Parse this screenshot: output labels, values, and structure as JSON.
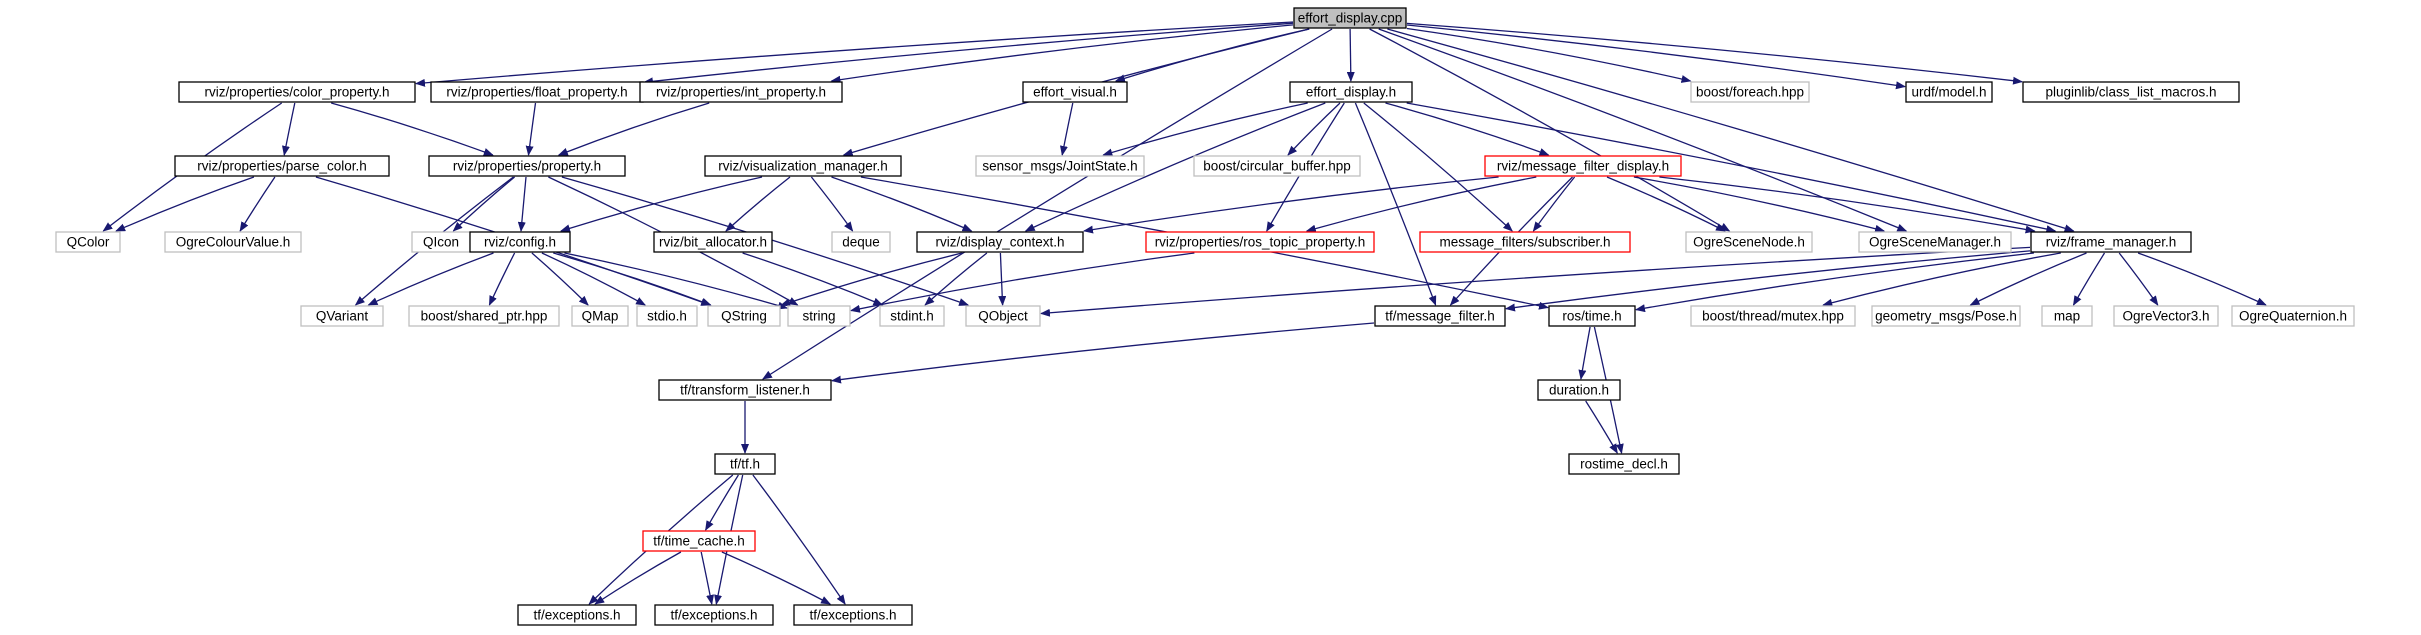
{
  "colors": {
    "edge": "#191970",
    "border_default": "#000000",
    "border_external": "#bfbfbf",
    "border_truncated": "#ff0000",
    "root_fill": "#bfbfbf",
    "node_fill": "#ffffff",
    "text": "#000000"
  },
  "nodes": [
    {
      "id": "effort_display_cpp",
      "label": "effort_display.cpp",
      "kind": "root"
    },
    {
      "id": "color_property",
      "label": "rviz/properties/color_property.h",
      "kind": "normal"
    },
    {
      "id": "float_property",
      "label": "rviz/properties/float_property.h",
      "kind": "normal"
    },
    {
      "id": "int_property",
      "label": "rviz/properties/int_property.h",
      "kind": "normal"
    },
    {
      "id": "effort_visual",
      "label": "effort_visual.h",
      "kind": "normal"
    },
    {
      "id": "effort_display_h",
      "label": "effort_display.h",
      "kind": "normal"
    },
    {
      "id": "boost_foreach",
      "label": "boost/foreach.hpp",
      "kind": "external"
    },
    {
      "id": "urdf_model",
      "label": "urdf/model.h",
      "kind": "normal"
    },
    {
      "id": "class_list_macros",
      "label": "pluginlib/class_list_macros.h",
      "kind": "normal"
    },
    {
      "id": "parse_color",
      "label": "rviz/properties/parse_color.h",
      "kind": "normal"
    },
    {
      "id": "property",
      "label": "rviz/properties/property.h",
      "kind": "normal"
    },
    {
      "id": "visualization_manager",
      "label": "rviz/visualization_manager.h",
      "kind": "normal"
    },
    {
      "id": "joint_state",
      "label": "sensor_msgs/JointState.h",
      "kind": "external"
    },
    {
      "id": "circular_buffer",
      "label": "boost/circular_buffer.hpp",
      "kind": "external"
    },
    {
      "id": "message_filter_display",
      "label": "rviz/message_filter_display.h",
      "kind": "truncated"
    },
    {
      "id": "qcolor",
      "label": "QColor",
      "kind": "external"
    },
    {
      "id": "ogre_colour_value",
      "label": "OgreColourValue.h",
      "kind": "external"
    },
    {
      "id": "qicon",
      "label": "QIcon",
      "kind": "external"
    },
    {
      "id": "config",
      "label": "rviz/config.h",
      "kind": "normal"
    },
    {
      "id": "bit_allocator",
      "label": "rviz/bit_allocator.h",
      "kind": "normal"
    },
    {
      "id": "deque",
      "label": "deque",
      "kind": "external"
    },
    {
      "id": "display_context",
      "label": "rviz/display_context.h",
      "kind": "normal"
    },
    {
      "id": "ros_topic_property",
      "label": "rviz/properties/ros_topic_property.h",
      "kind": "truncated"
    },
    {
      "id": "subscriber",
      "label": "message_filters/subscriber.h",
      "kind": "truncated"
    },
    {
      "id": "ogre_scene_node",
      "label": "OgreSceneNode.h",
      "kind": "external"
    },
    {
      "id": "ogre_scene_manager",
      "label": "OgreSceneManager.h",
      "kind": "external"
    },
    {
      "id": "frame_manager",
      "label": "rviz/frame_manager.h",
      "kind": "normal"
    },
    {
      "id": "qvariant",
      "label": "QVariant",
      "kind": "external"
    },
    {
      "id": "shared_ptr",
      "label": "boost/shared_ptr.hpp",
      "kind": "external"
    },
    {
      "id": "qmap",
      "label": "QMap",
      "kind": "external"
    },
    {
      "id": "stdio",
      "label": "stdio.h",
      "kind": "external"
    },
    {
      "id": "qstring",
      "label": "QString",
      "kind": "external"
    },
    {
      "id": "string",
      "label": "string",
      "kind": "external"
    },
    {
      "id": "stdint",
      "label": "stdint.h",
      "kind": "external"
    },
    {
      "id": "qobject",
      "label": "QObject",
      "kind": "external"
    },
    {
      "id": "tf_message_filter",
      "label": "tf/message_filter.h",
      "kind": "normal"
    },
    {
      "id": "ros_time",
      "label": "ros/time.h",
      "kind": "normal"
    },
    {
      "id": "mutex",
      "label": "boost/thread/mutex.hpp",
      "kind": "external"
    },
    {
      "id": "pose",
      "label": "geometry_msgs/Pose.h",
      "kind": "external"
    },
    {
      "id": "map",
      "label": "map",
      "kind": "external"
    },
    {
      "id": "ogre_vector3",
      "label": "OgreVector3.h",
      "kind": "external"
    },
    {
      "id": "ogre_quaternion",
      "label": "OgreQuaternion.h",
      "kind": "external"
    },
    {
      "id": "transform_listener",
      "label": "tf/transform_listener.h",
      "kind": "normal"
    },
    {
      "id": "duration",
      "label": "duration.h",
      "kind": "normal"
    },
    {
      "id": "rostime_decl",
      "label": "rostime_decl.h",
      "kind": "normal"
    },
    {
      "id": "tf_tf",
      "label": "tf/tf.h",
      "kind": "normal"
    },
    {
      "id": "time_cache",
      "label": "tf/time_cache.h",
      "kind": "truncated"
    },
    {
      "id": "exceptions_1",
      "label": "tf/exceptions.h",
      "kind": "normal"
    },
    {
      "id": "exceptions_2",
      "label": "tf/exceptions.h",
      "kind": "normal"
    },
    {
      "id": "exceptions_3",
      "label": "tf/exceptions.h",
      "kind": "normal"
    }
  ],
  "edges": [
    [
      "effort_display_cpp",
      "color_property"
    ],
    [
      "effort_display_cpp",
      "float_property"
    ],
    [
      "effort_display_cpp",
      "int_property"
    ],
    [
      "effort_display_cpp",
      "effort_visual"
    ],
    [
      "effort_display_cpp",
      "effort_display_h"
    ],
    [
      "effort_display_cpp",
      "boost_foreach"
    ],
    [
      "effort_display_cpp",
      "urdf_model"
    ],
    [
      "effort_display_cpp",
      "class_list_macros"
    ],
    [
      "effort_display_cpp",
      "visualization_manager"
    ],
    [
      "effort_display_cpp",
      "ogre_scene_node"
    ],
    [
      "effort_display_cpp",
      "ogre_scene_manager"
    ],
    [
      "effort_display_cpp",
      "frame_manager"
    ],
    [
      "effort_display_cpp",
      "transform_listener"
    ],
    [
      "color_property",
      "parse_color"
    ],
    [
      "color_property",
      "property"
    ],
    [
      "color_property",
      "qcolor"
    ],
    [
      "float_property",
      "property"
    ],
    [
      "int_property",
      "property"
    ],
    [
      "parse_color",
      "qcolor"
    ],
    [
      "parse_color",
      "ogre_colour_value"
    ],
    [
      "parse_color",
      "qstring"
    ],
    [
      "property",
      "qvariant"
    ],
    [
      "property",
      "qicon"
    ],
    [
      "property",
      "config"
    ],
    [
      "property",
      "string"
    ],
    [
      "property",
      "qobject"
    ],
    [
      "effort_visual",
      "joint_state"
    ],
    [
      "effort_display_h",
      "joint_state"
    ],
    [
      "effort_display_h",
      "circular_buffer"
    ],
    [
      "effort_display_h",
      "message_filter_display"
    ],
    [
      "effort_display_h",
      "ros_topic_property"
    ],
    [
      "effort_display_h",
      "subscriber"
    ],
    [
      "effort_display_h",
      "display_context"
    ],
    [
      "effort_display_h",
      "tf_message_filter"
    ],
    [
      "effort_display_h",
      "frame_manager"
    ],
    [
      "visualization_manager",
      "config"
    ],
    [
      "visualization_manager",
      "bit_allocator"
    ],
    [
      "visualization_manager",
      "deque"
    ],
    [
      "visualization_manager",
      "display_context"
    ],
    [
      "visualization_manager",
      "ros_time"
    ],
    [
      "message_filter_display",
      "ros_topic_property"
    ],
    [
      "message_filter_display",
      "subscriber"
    ],
    [
      "message_filter_display",
      "ogre_scene_node"
    ],
    [
      "message_filter_display",
      "ogre_scene_manager"
    ],
    [
      "message_filter_display",
      "frame_manager"
    ],
    [
      "message_filter_display",
      "display_context"
    ],
    [
      "message_filter_display",
      "tf_message_filter"
    ],
    [
      "config",
      "qvariant"
    ],
    [
      "config",
      "shared_ptr"
    ],
    [
      "config",
      "qmap"
    ],
    [
      "config",
      "stdio"
    ],
    [
      "config",
      "qstring"
    ],
    [
      "config",
      "string"
    ],
    [
      "bit_allocator",
      "stdint"
    ],
    [
      "display_context",
      "stdint"
    ],
    [
      "display_context",
      "qobject"
    ],
    [
      "display_context",
      "qstring"
    ],
    [
      "ros_topic_property",
      "string"
    ],
    [
      "frame_manager",
      "tf_message_filter"
    ],
    [
      "frame_manager",
      "ros_time"
    ],
    [
      "frame_manager",
      "mutex"
    ],
    [
      "frame_manager",
      "pose"
    ],
    [
      "frame_manager",
      "map"
    ],
    [
      "frame_manager",
      "ogre_vector3"
    ],
    [
      "frame_manager",
      "ogre_quaternion"
    ],
    [
      "frame_manager",
      "qobject"
    ],
    [
      "tf_message_filter",
      "transform_listener"
    ],
    [
      "ros_time",
      "duration"
    ],
    [
      "ros_time",
      "rostime_decl"
    ],
    [
      "duration",
      "rostime_decl"
    ],
    [
      "transform_listener",
      "tf_tf"
    ],
    [
      "tf_tf",
      "time_cache"
    ],
    [
      "tf_tf",
      "exceptions_1"
    ],
    [
      "tf_tf",
      "exceptions_2"
    ],
    [
      "tf_tf",
      "exceptions_3"
    ],
    [
      "time_cache",
      "exceptions_1"
    ],
    [
      "time_cache",
      "exceptions_2"
    ],
    [
      "time_cache",
      "exceptions_3"
    ]
  ]
}
